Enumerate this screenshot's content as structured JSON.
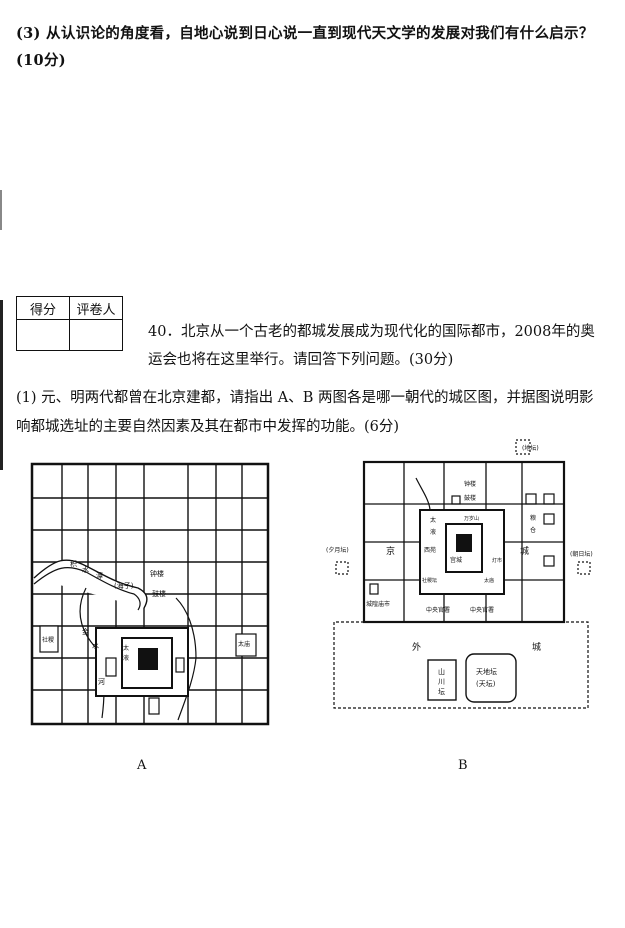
{
  "question3": {
    "text": "(3) 从认识论的角度看，自地心说到日心说一直到现代天文学的发展对我们有什么启示？(10分)"
  },
  "score_box": {
    "score_label": "得分",
    "grader_label": "评卷人"
  },
  "question40": {
    "intro": "40．北京从一个古老的都城发展成为现代化的国际都市，2008年的奥运会也将在这里举行。请回答下列问题。(30分)"
  },
  "sub_question1": {
    "text": "(1) 元、明两代都曾在北京建都，请指出 A、B 两图各是哪一朝代的城区图，并据图说明影响都城选址的主要自然因素及其在都市中发挥的功能。(6分)"
  },
  "map_a": {
    "caption": "A",
    "labels": {
      "ji": "积",
      "shui": "水",
      "tan": "潭",
      "haizi": "(海子)",
      "zhonglou": "钟楼",
      "gulou": "鼓楼",
      "jin": "金",
      "shui2": "水",
      "shejitan": "社稷",
      "taimiao": "太庙",
      "he": "河",
      "tai": "太",
      "ye": "液"
    }
  },
  "map_b": {
    "caption": "B",
    "labels": {
      "ditan": "(地坛)",
      "zhonglou": "钟楼",
      "gulou": "鼓楼",
      "jing": "京",
      "cheng": "城",
      "gongcheng": "宫城",
      "xiyuan": "西苑",
      "tai": "太",
      "ye": "液",
      "xiyueta": "(夕月坛)",
      "chaoritan": "(朝日坛)",
      "chenghuang": "城隍庙市",
      "wai": "外",
      "cheng2": "城",
      "zhongyang1": "中央官署",
      "zhongyang2": "中央官署",
      "shan": "山",
      "chuan": "川",
      "tan": "坛",
      "tiandi": "天地坛",
      "tiantan": "(天坛)",
      "cang": "仓",
      "liang": "粮",
      "shejitan": "社稷坛",
      "taimiao": "太庙",
      "dengshi": "灯市",
      "wansui": "万岁山"
    }
  }
}
